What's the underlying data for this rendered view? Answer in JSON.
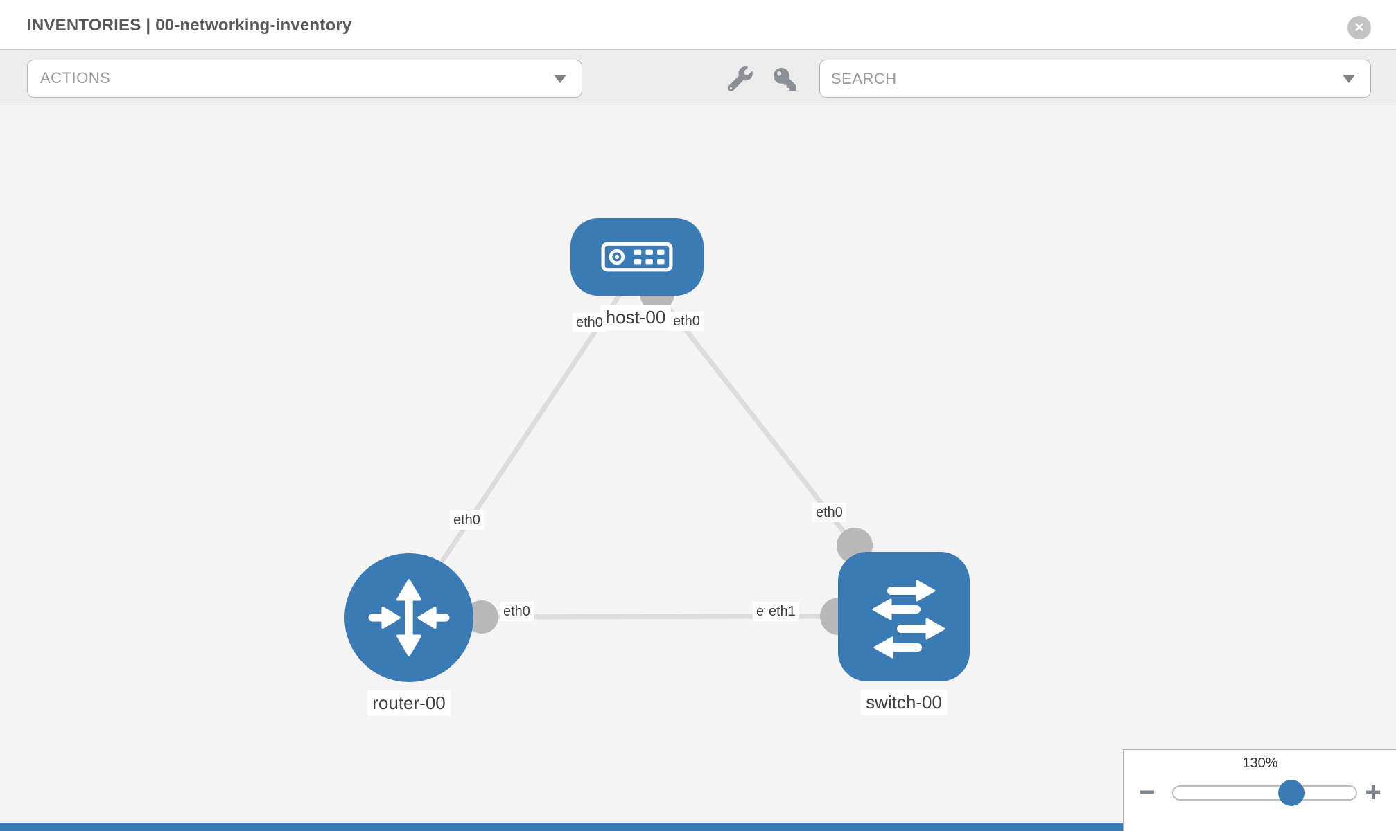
{
  "window": {
    "title": "INVENTORIES | 00-networking-inventory"
  },
  "toolbar": {
    "actions_label": "ACTIONS",
    "search_placeholder": "SEARCH"
  },
  "topology": {
    "nodes": [
      {
        "label": "host-00",
        "type": "host"
      },
      {
        "label": "router-00",
        "type": "router"
      },
      {
        "label": "switch-00",
        "type": "switch"
      }
    ],
    "interface_labels": {
      "host_to_router_host_end": "eth0",
      "host_to_switch_host_end": "eth0",
      "host_to_router_mid": "eth0",
      "host_to_switch_mid": "eth0",
      "router_to_switch_router_end": "eth0",
      "router_to_switch_switch_end_back": "eth0",
      "router_to_switch_switch_end_front": "eth1"
    }
  },
  "zoom_control": {
    "level": "130%",
    "minus_label": "−",
    "plus_label": "+"
  },
  "icons": [
    "close-icon",
    "chevron-down-icon",
    "wrench-icon",
    "key-icon",
    "host-icon",
    "router-icon",
    "switch-icon"
  ],
  "colors": {
    "node_blue": "#3b7bb5",
    "connector_gray": "#b8b8b8",
    "link_gray": "#dcdcdc",
    "canvas_bg": "#f4f4f4",
    "toolbar_bg": "#ececec",
    "title_gray": "#595959",
    "accent_bar_blue": "#3b7bb5"
  }
}
